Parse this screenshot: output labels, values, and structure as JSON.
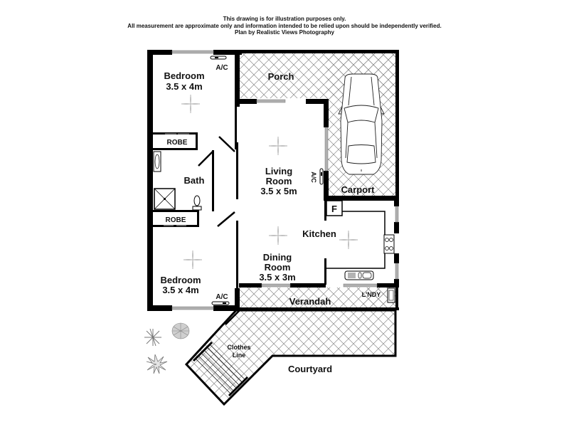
{
  "disclaimer": {
    "line1": "This drawing is for illustration purposes only.",
    "line2": "All measurement are approximate only and information intended to be relied upon should be independently verified.",
    "line3": "Plan by Realistic Views Photography"
  },
  "rooms": {
    "bedroom_top": {
      "name": "Bedroom",
      "size": "3.5 x 4m",
      "ac": "A/C"
    },
    "robe_top": {
      "name": "ROBE"
    },
    "bath": {
      "name": "Bath"
    },
    "robe_bottom": {
      "name": "ROBE"
    },
    "bedroom_bottom": {
      "name": "Bedroom",
      "size": "3.5 x 4m",
      "ac": "A/C"
    },
    "porch": {
      "name": "Porch"
    },
    "living": {
      "name1": "Living",
      "name2": "Room",
      "size": "3.5 x 5m",
      "ac": "A/C"
    },
    "carport": {
      "name": "Carport"
    },
    "fridge": {
      "name": "F"
    },
    "kitchen": {
      "name": "Kitchen"
    },
    "dining": {
      "name1": "Dining",
      "name2": "Room",
      "size": "3.5 x 3m"
    },
    "verandah": {
      "name": "Verandah"
    },
    "laundry": {
      "name": "L'NDY"
    },
    "clothes_line": {
      "name1": "Clothes",
      "name2": "Line"
    },
    "courtyard": {
      "name": "Courtyard"
    }
  },
  "colors": {
    "wall": "#000000",
    "window": "#9a9a9a",
    "hatch": "#8a8a8a",
    "fan": "#bdbdbd"
  }
}
